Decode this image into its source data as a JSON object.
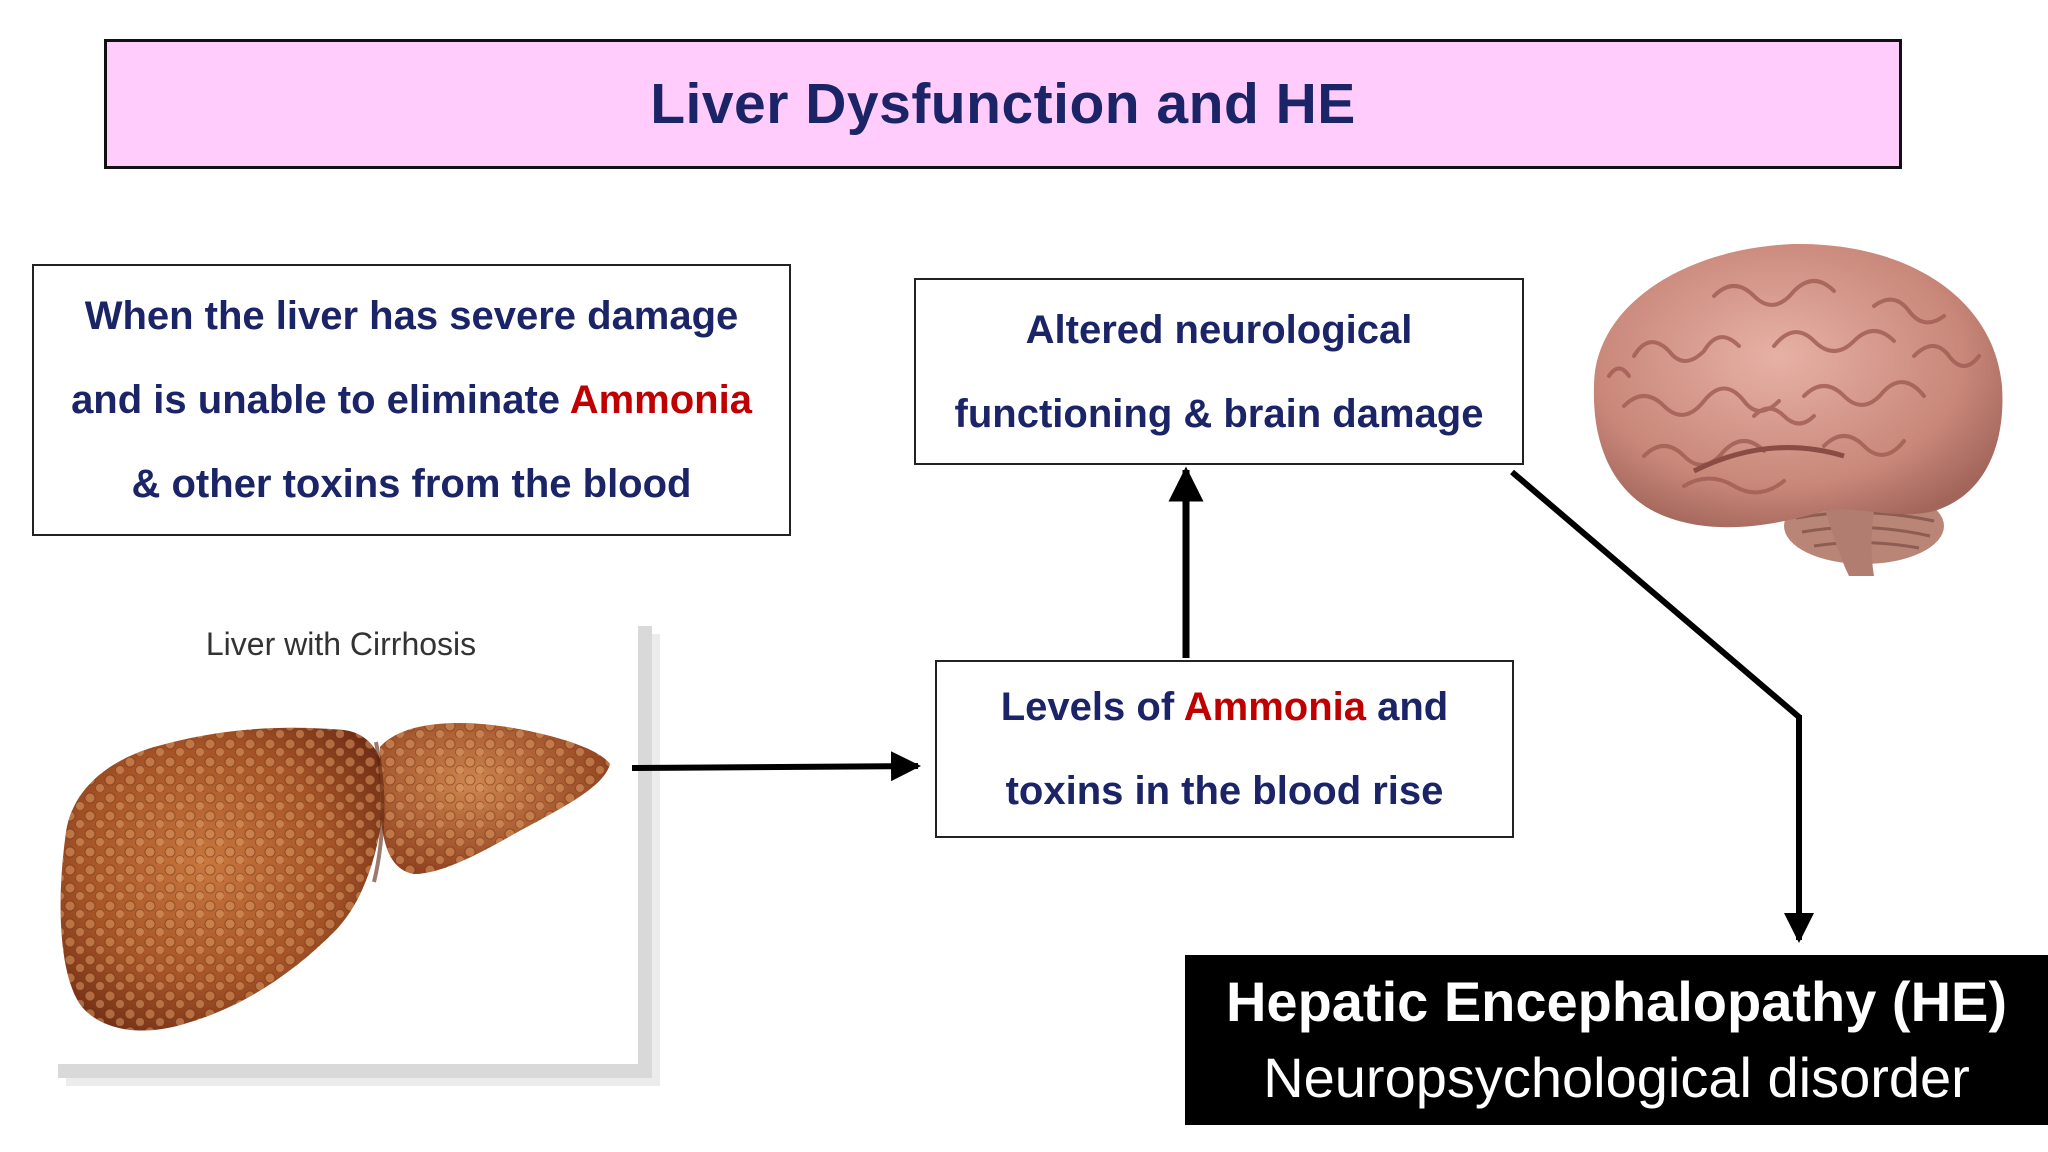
{
  "title": "Liver Dysfunction and HE",
  "note": {
    "line1": "When the liver has severe damage",
    "line2_before": "and is unable to eliminate ",
    "line2_highlight": "Ammonia",
    "line3": "& other toxins from the blood"
  },
  "altered": {
    "line1": "Altered neurological",
    "line2": "functioning & brain damage"
  },
  "levels": {
    "line1_before": "Levels of ",
    "line1_highlight": "Ammonia",
    "line1_after": " and",
    "line2": "toxins in the blood rise"
  },
  "he": {
    "title": "Hepatic Encephalopathy (HE)",
    "subtitle": "Neuropsychological disorder"
  },
  "liver_image": {
    "label": "Liver with Cirrhosis"
  },
  "colors": {
    "title_bg": "#ffccfb",
    "text_navy": "#1a2466",
    "highlight_red": "#c00000",
    "he_bg": "#000000"
  }
}
